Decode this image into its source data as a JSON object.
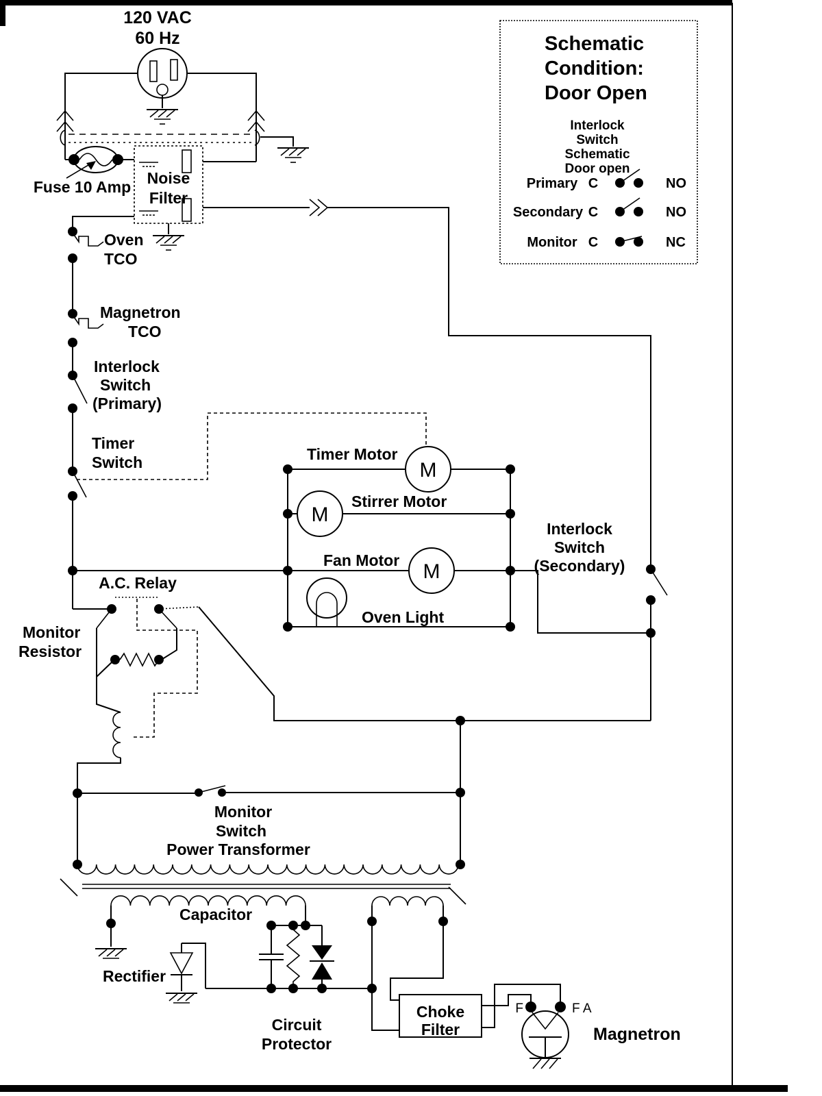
{
  "colors": {
    "ink": "#000000",
    "paper": "#ffffff"
  },
  "power_source": {
    "lines": [
      "120 VAC",
      "60 Hz"
    ]
  },
  "fuse": {
    "label": "Fuse 10 Amp"
  },
  "noise_filter": {
    "lines": [
      "Noise",
      "Filter"
    ]
  },
  "condition_box": {
    "title_lines": [
      "Schematic",
      "Condition:",
      "Door Open"
    ],
    "subtitle_lines": [
      "Interlock",
      "Switch",
      "Schematic",
      "Door open"
    ],
    "rows": [
      {
        "name": "Primary",
        "common": "C",
        "state": "NO"
      },
      {
        "name": "Secondary",
        "common": "C",
        "state": "NO"
      },
      {
        "name": "Monitor",
        "common": "C",
        "state": "NC"
      }
    ]
  },
  "left_rail": {
    "oven_tco": [
      "Oven",
      "TCO"
    ],
    "magnetron_tco": [
      "Magnetron",
      "TCO"
    ],
    "interlock_primary": [
      "Interlock",
      "Switch",
      "(Primary)"
    ],
    "timer_switch": [
      "Timer",
      "Switch"
    ]
  },
  "loads": {
    "timer_motor": "Timer Motor",
    "stirrer_motor": "Stirrer Motor",
    "fan_motor": "Fan Motor",
    "oven_light": "Oven Light",
    "motor_symbol": "M"
  },
  "interlock_secondary": [
    "Interlock",
    "Switch",
    "(Secondary)"
  ],
  "relay": {
    "label": "A.C. Relay"
  },
  "monitor_resistor": [
    "Monitor",
    "Resistor"
  ],
  "monitor_switch": [
    "Monitor",
    "Switch"
  ],
  "transformer": {
    "label": "Power Transformer"
  },
  "hv_section": {
    "rectifier": "Rectifier",
    "capacitor": "Capacitor",
    "circuit_protector": [
      "Circuit",
      "Protector"
    ],
    "choke_filter": [
      "Choke",
      "Filter"
    ],
    "magnetron": "Magnetron",
    "terminal_f": "F",
    "terminal_fa": "F A"
  }
}
